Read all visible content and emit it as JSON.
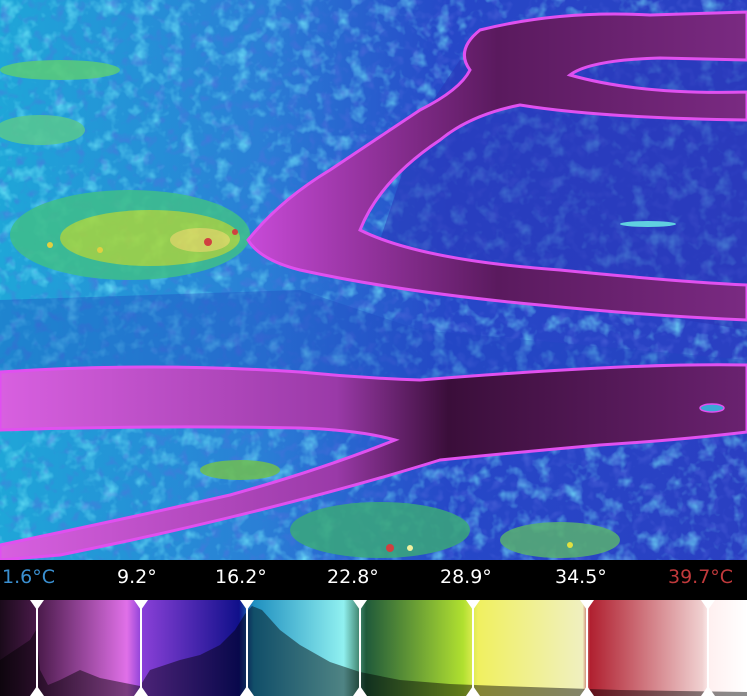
{
  "temperature_scale": {
    "labels": [
      {
        "text": "1.6°C",
        "color": "#3a8fd0"
      },
      {
        "text": "9.2°",
        "color": "#ffffff"
      },
      {
        "text": "16.2°",
        "color": "#ffffff"
      },
      {
        "text": "22.8°",
        "color": "#ffffff"
      },
      {
        "text": "28.9°",
        "color": "#ffffff"
      },
      {
        "text": "34.5°",
        "color": "#ffffff"
      },
      {
        "text": "39.7°C",
        "color": "#c0393b"
      }
    ]
  },
  "palette": {
    "name": "thermal-rainbow",
    "stops": [
      "#1a0a1a",
      "#5a1a6a",
      "#e070e8",
      "#6a3ad0",
      "#10108a",
      "#30c0d0",
      "#90f0f0",
      "#30a070",
      "#b0e030",
      "#f0f060",
      "#d04040",
      "#f0d0d0"
    ]
  }
}
